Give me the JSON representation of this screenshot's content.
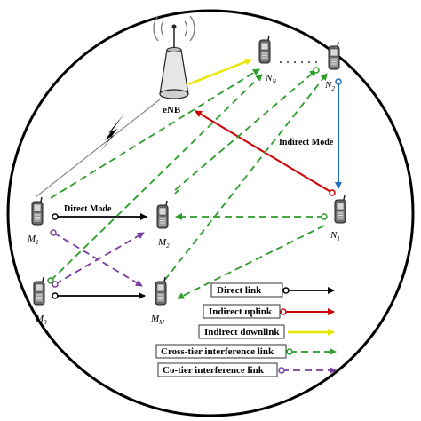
{
  "diagram": {
    "nodes": {
      "enb": "eNB",
      "nn_base": "N",
      "nn_sub": "N",
      "n2_base": "N",
      "n2_sub": "2",
      "n1_base": "N",
      "n1_sub": "1",
      "m1_base": "M",
      "m1_sub": "1",
      "m2_base": "M",
      "m2_sub": "2",
      "m3_base": "M",
      "m3_sub": "3",
      "mm_base": "M",
      "mm_sub": "M"
    },
    "annotations": {
      "direct_mode": "Direct Mode",
      "indirect_mode": "Indirect Mode"
    },
    "legend": [
      {
        "label": "Direct link",
        "color": "#000000"
      },
      {
        "label": "Indirect uplink",
        "color": "#cc0000"
      },
      {
        "label": "Indirect downlink",
        "color": "#e8e800"
      },
      {
        "label": "Cross-tier interference link",
        "color": "#2a9d2a"
      },
      {
        "label": "Co-tier interference link",
        "color": "#7a3fa0"
      }
    ],
    "colors": {
      "direct": "#000000",
      "uplink": "#cc0000",
      "downlink": "#e8e800",
      "cross_tier": "#2a9d2a",
      "co_tier": "#7a3fa0",
      "indirect_blue": "#1f6fc0"
    }
  }
}
